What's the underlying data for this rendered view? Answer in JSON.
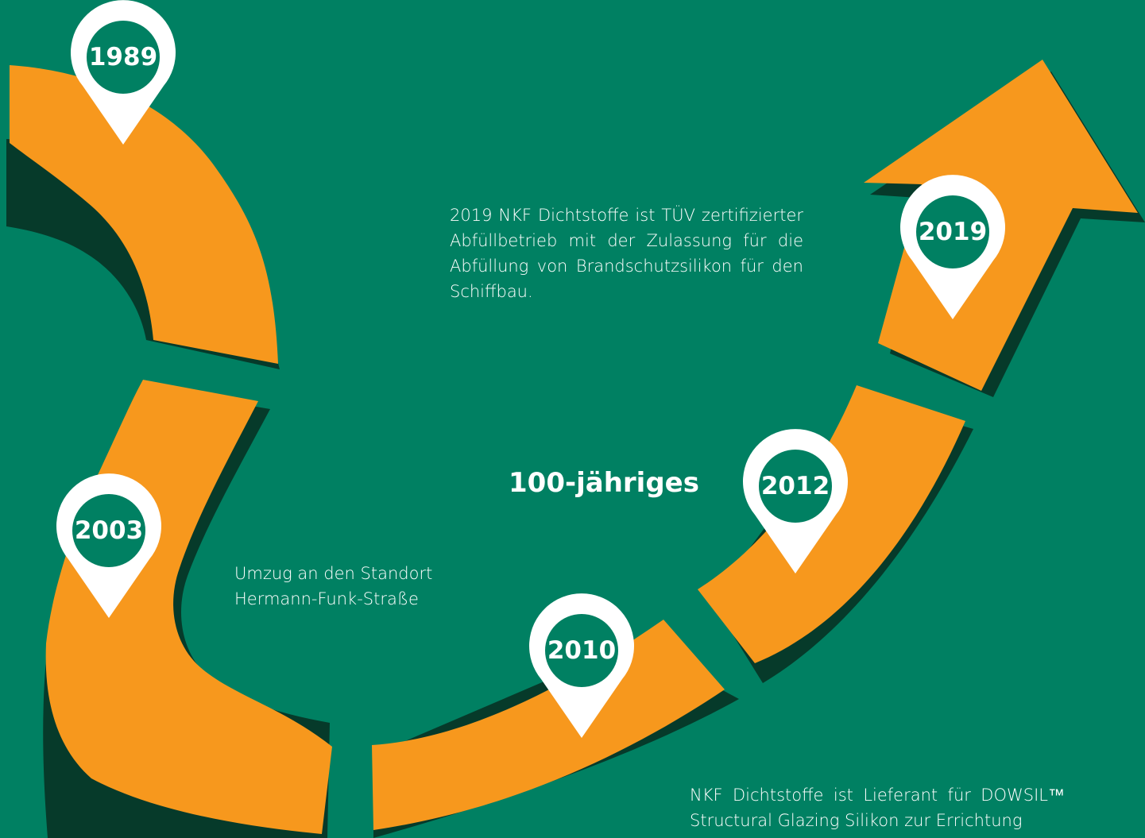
{
  "colors": {
    "background": "#008062",
    "road": "#f7981d",
    "road_shadow": "#063a2a",
    "pin": "#ffffff",
    "pin_core": "#008062",
    "text": "#ffffff"
  },
  "milestones": [
    {
      "year": "1989"
    },
    {
      "year": "2003"
    },
    {
      "year": "2010"
    },
    {
      "year": "2012"
    },
    {
      "year": "2019"
    }
  ],
  "texts": {
    "t2019": "2019 NKF Dichtstoffe ist TÜV zertifizierter Abfüllbetrieb mit der Zulassung für die Abfüllung von Brandschutzsilikon für den Schiffbau.",
    "t2003_line1": "Umzug an den Standort",
    "t2003_line2": "Hermann-Funk-Straße",
    "t2010": "NKF Dichtstoffe ist Lieferant für DOWSIL™ Structural Glazing Silikon zur Errichtung",
    "label_100": "100-jähriges"
  }
}
